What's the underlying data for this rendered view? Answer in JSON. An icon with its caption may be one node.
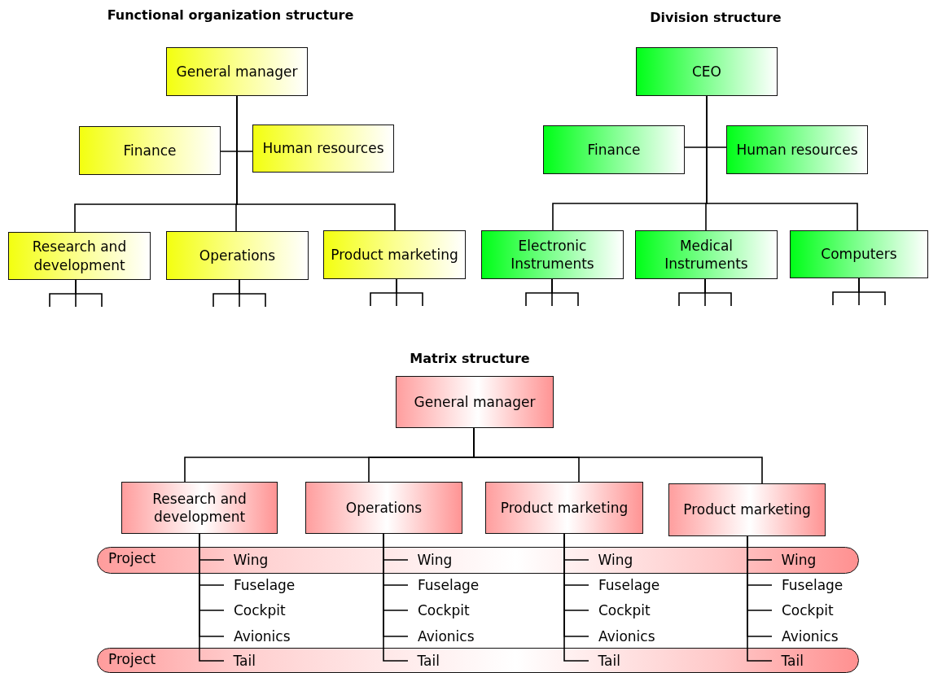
{
  "diagram": {
    "nodes": [
      {
        "text": [
          "General manager"
        ]
      },
      {
        "text": [
          "Finance"
        ]
      },
      {
        "text": [
          "Human resources"
        ]
      },
      {
        "text": [
          "Research and development"
        ]
      },
      {
        "text": [
          "Operations"
        ]
      },
      {
        "text": [
          "Product marketing"
        ]
      },
      {
        "text": [
          "CEO"
        ]
      },
      {
        "text": [
          "Finance"
        ]
      },
      {
        "text": [
          "Human resources"
        ]
      },
      {
        "text": [
          "Electronic Instruments"
        ]
      },
      {
        "text": [
          "Medical Instruments"
        ]
      },
      {
        "text": [
          "Computers"
        ]
      },
      {
        "text": [
          "General manager"
        ]
      },
      {
        "text": [
          "Research and development"
        ]
      },
      {
        "text": [
          "Operations"
        ]
      },
      {
        "text": [
          "Product marketing"
        ]
      },
      {
        "text": [
          "Product marketing"
        ]
      },
      {
        "text": [
          "Project"
        ]
      },
      {
        "text": [
          "Project"
        ]
      },
      {
        "text": [
          "Wing"
        ],
        "in": 17
      },
      {
        "text": [
          "Fuselage"
        ]
      },
      {
        "text": [
          "Cockpit"
        ]
      },
      {
        "text": [
          "Avionics"
        ]
      },
      {
        "text": [
          "Tail"
        ],
        "in": 18
      },
      {
        "text": [
          "Wing"
        ],
        "in": 17
      },
      {
        "text": [
          "Fuselage"
        ]
      },
      {
        "text": [
          "Cockpit"
        ]
      },
      {
        "text": [
          "Avionics"
        ]
      },
      {
        "text": [
          "Tail"
        ],
        "in": 18
      },
      {
        "text": [
          "Wing"
        ],
        "in": 17
      },
      {
        "text": [
          "Fuselage"
        ]
      },
      {
        "text": [
          "Cockpit"
        ]
      },
      {
        "text": [
          "Avionics"
        ]
      },
      {
        "text": [
          "Tail"
        ],
        "in": 18
      },
      {
        "text": [
          "Wing"
        ],
        "in": 17
      },
      {
        "text": [
          "Fuselage"
        ]
      },
      {
        "text": [
          "Cockpit"
        ]
      },
      {
        "text": [
          "Avionics"
        ]
      },
      {
        "text": [
          "Tail"
        ],
        "in": 18
      }
    ],
    "edges": [
      {
        "from": 0,
        "to": 1,
        "arrow": "none"
      },
      {
        "from": 0,
        "to": 2,
        "arrow": "none"
      },
      {
        "from": 0,
        "to": 3,
        "arrow": "none"
      },
      {
        "from": 0,
        "to": 4,
        "arrow": "none"
      },
      {
        "from": 0,
        "to": 5,
        "arrow": "none"
      },
      {
        "from": 3,
        "to": null,
        "arrow": "none"
      },
      {
        "from": 3,
        "to": null,
        "arrow": "none"
      },
      {
        "from": 3,
        "to": null,
        "arrow": "none"
      },
      {
        "from": 4,
        "to": null,
        "arrow": "none"
      },
      {
        "from": 4,
        "to": null,
        "arrow": "none"
      },
      {
        "from": 4,
        "to": null,
        "arrow": "none"
      },
      {
        "from": 5,
        "to": null,
        "arrow": "none"
      },
      {
        "from": 5,
        "to": null,
        "arrow": "none"
      },
      {
        "from": 5,
        "to": null,
        "arrow": "none"
      },
      {
        "from": 6,
        "to": 7,
        "arrow": "none"
      },
      {
        "from": 6,
        "to": 8,
        "arrow": "none"
      },
      {
        "from": 6,
        "to": 9,
        "arrow": "none"
      },
      {
        "from": 6,
        "to": 10,
        "arrow": "none"
      },
      {
        "from": 6,
        "to": 11,
        "arrow": "none"
      },
      {
        "from": 9,
        "to": null,
        "arrow": "none"
      },
      {
        "from": 9,
        "to": null,
        "arrow": "none"
      },
      {
        "from": 9,
        "to": null,
        "arrow": "none"
      },
      {
        "from": 10,
        "to": null,
        "arrow": "none"
      },
      {
        "from": 10,
        "to": null,
        "arrow": "none"
      },
      {
        "from": 10,
        "to": null,
        "arrow": "none"
      },
      {
        "from": 11,
        "to": null,
        "arrow": "none"
      },
      {
        "from": 11,
        "to": null,
        "arrow": "none"
      },
      {
        "from": 11,
        "to": null,
        "arrow": "none"
      },
      {
        "from": 12,
        "to": 13,
        "arrow": "none"
      },
      {
        "from": 12,
        "to": 14,
        "arrow": "none"
      },
      {
        "from": 12,
        "to": 15,
        "arrow": "none"
      },
      {
        "from": 12,
        "to": 16,
        "arrow": "none"
      },
      {
        "from": 13,
        "to": 19,
        "arrow": "none"
      },
      {
        "from": 13,
        "to": 20,
        "arrow": "none"
      },
      {
        "from": 13,
        "to": 21,
        "arrow": "none"
      },
      {
        "from": 13,
        "to": 22,
        "arrow": "none"
      },
      {
        "from": 13,
        "to": 23,
        "arrow": "none"
      },
      {
        "from": 14,
        "to": 24,
        "arrow": "none"
      },
      {
        "from": 14,
        "to": 25,
        "arrow": "none"
      },
      {
        "from": 14,
        "to": 26,
        "arrow": "none"
      },
      {
        "from": 14,
        "to": 27,
        "arrow": "none"
      },
      {
        "from": 14,
        "to": 28,
        "arrow": "none"
      },
      {
        "from": 15,
        "to": 29,
        "arrow": "none"
      },
      {
        "from": 15,
        "to": 30,
        "arrow": "none"
      },
      {
        "from": 15,
        "to": 31,
        "arrow": "none"
      },
      {
        "from": 15,
        "to": 32,
        "arrow": "none"
      },
      {
        "from": 15,
        "to": 33,
        "arrow": "none"
      },
      {
        "from": 16,
        "to": 34,
        "arrow": "none"
      },
      {
        "from": 16,
        "to": 35,
        "arrow": "none"
      },
      {
        "from": 16,
        "to": 36,
        "arrow": "none"
      },
      {
        "from": 16,
        "to": 37,
        "arrow": "none"
      },
      {
        "from": 16,
        "to": 38,
        "arrow": "none"
      }
    ],
    "labels": [
      "Functional organization structure",
      "Division structure",
      "Matrix structure"
    ]
  }
}
